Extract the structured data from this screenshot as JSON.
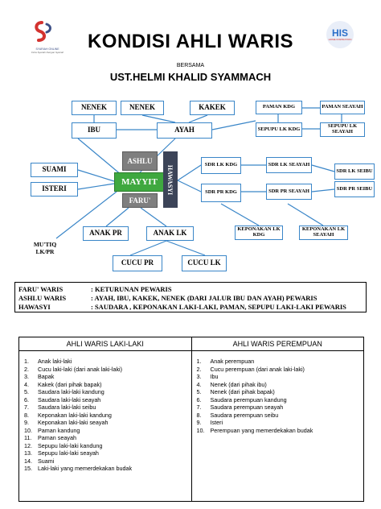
{
  "header": {
    "title": "KONDISI AHLI WARIS",
    "bersama": "BERSAMA",
    "speaker": "UST.HELMI KHALID SYAMMACH",
    "logo_left_caption": "SYARIAH ONLINE",
    "logo_left_tagline": "Cinta Syariah Dengan Syariah",
    "logo_right_text": "HIS",
    "logo_right_caption": "HOME INSPIRATION"
  },
  "colors": {
    "line": "#3a86c8",
    "green": "#3fa83f",
    "gray": "#7f7f7f",
    "navy": "#3c4458"
  },
  "diagram": {
    "nenek1": "NENEK",
    "nenek2": "NENEK",
    "kakek": "KAKEK",
    "ibu": "IBU",
    "ayah": "AYAH",
    "paman_kdg": "PAMAN KDG",
    "paman_seayah": "PAMAN SEAYAH",
    "sepupu_kdg": "SEPUPU LK KDG",
    "sepupu_seayah": "SEPUPU LK SEAYAH",
    "ashlu": "ASHLU",
    "mayyit": "MAYYIT",
    "faru": "FARU'",
    "hawasyi": "HAWASYI",
    "suami": "SUAMI",
    "isteri": "ISTERI",
    "sdr_lk_kdg": "SDR LK KDG",
    "sdr_pr_kdg": "SDR PR KDG",
    "sdr_lk_seayah": "SDR LK SEAYAH",
    "sdr_pr_seayah": "SDR PR SEAYAH",
    "sdr_lk_seibu": "SDR LK SEIBU",
    "sdr_pr_seibu": "SDR PR SEIBU",
    "anak_pr": "ANAK PR",
    "anak_lk": "ANAK LK",
    "keponakan_kdg": "KEPONAKAN LK KDG",
    "keponakan_seayah": "KEPONAKAN LK SEAYAH",
    "mutiq": "MU'TIQ LK/PR",
    "cucu_pr": "CUCU PR",
    "cucu_lk": "CUCU LK"
  },
  "legend": [
    {
      "key": "FARU' WARIS",
      "value": ": KETURUNAN PEWARIS"
    },
    {
      "key": "ASHLU WARIS",
      "value": ": AYAH, IBU, KAKEK, NENEK (DARI  JALUR IBU DAN AYAH) PEWARIS"
    },
    {
      "key": "HAWASYI",
      "value": ": SAUDARA , KEPONAKAN LAKI-LAKI, PAMAN, SEPUPU LAKI-LAKI PEWARIS"
    }
  ],
  "table": {
    "male_header": "AHLI WARIS LAKI-LAKI",
    "female_header": "AHLI WARIS PEREMPUAN",
    "male": [
      {
        "n": "1.",
        "t": "Anak laki-laki"
      },
      {
        "n": "2.",
        "t": "Cucu laki-laki (dari anak laki-laki)"
      },
      {
        "n": "3.",
        "t": "Bapak"
      },
      {
        "n": "4.",
        "t": "Kakek (dari pihak bapak)"
      },
      {
        "n": "5.",
        "t": "Saudara laki-laki kandung"
      },
      {
        "n": "6.",
        "t": "Saudara laki-laki seayah"
      },
      {
        "n": "7.",
        "t": "Saudara laki-laki seibu"
      },
      {
        "n": "8.",
        "t": "Keponakan laki-laki kandung"
      },
      {
        "n": "9.",
        "t": "Keponakan laki-laki seayah"
      },
      {
        "n": "10.",
        "t": "Paman kandung"
      },
      {
        "n": "11.",
        "t": "Paman seayah"
      },
      {
        "n": "12.",
        "t": "Sepupu laki-laki kandung"
      },
      {
        "n": "13.",
        "t": "Sepupu laki-laki seayah"
      },
      {
        "n": "14.",
        "t": "Suami"
      },
      {
        "n": "15.",
        "t": "Laki-laki yang memerdekakan budak"
      }
    ],
    "female": [
      {
        "n": "1.",
        "t": "Anak perempuan"
      },
      {
        "n": "2.",
        "t": "Cucu perempuan (dari anak laki-laki)"
      },
      {
        "n": "3.",
        "t": "Ibu"
      },
      {
        "n": "4.",
        "t": "Nenek (dari pihak ibu)"
      },
      {
        "n": "5.",
        "t": "Nenek (dari pihak bapak)"
      },
      {
        "n": "6.",
        "t": "Saudara perempuan kandung"
      },
      {
        "n": "7.",
        "t": "Saudara perempuan seayah"
      },
      {
        "n": "8.",
        "t": "Saudara perempuan seibu"
      },
      {
        "n": "9.",
        "t": "Isteri"
      },
      {
        "n": "10.",
        "t": "Perempuan yang memerdekakan budak"
      }
    ]
  }
}
